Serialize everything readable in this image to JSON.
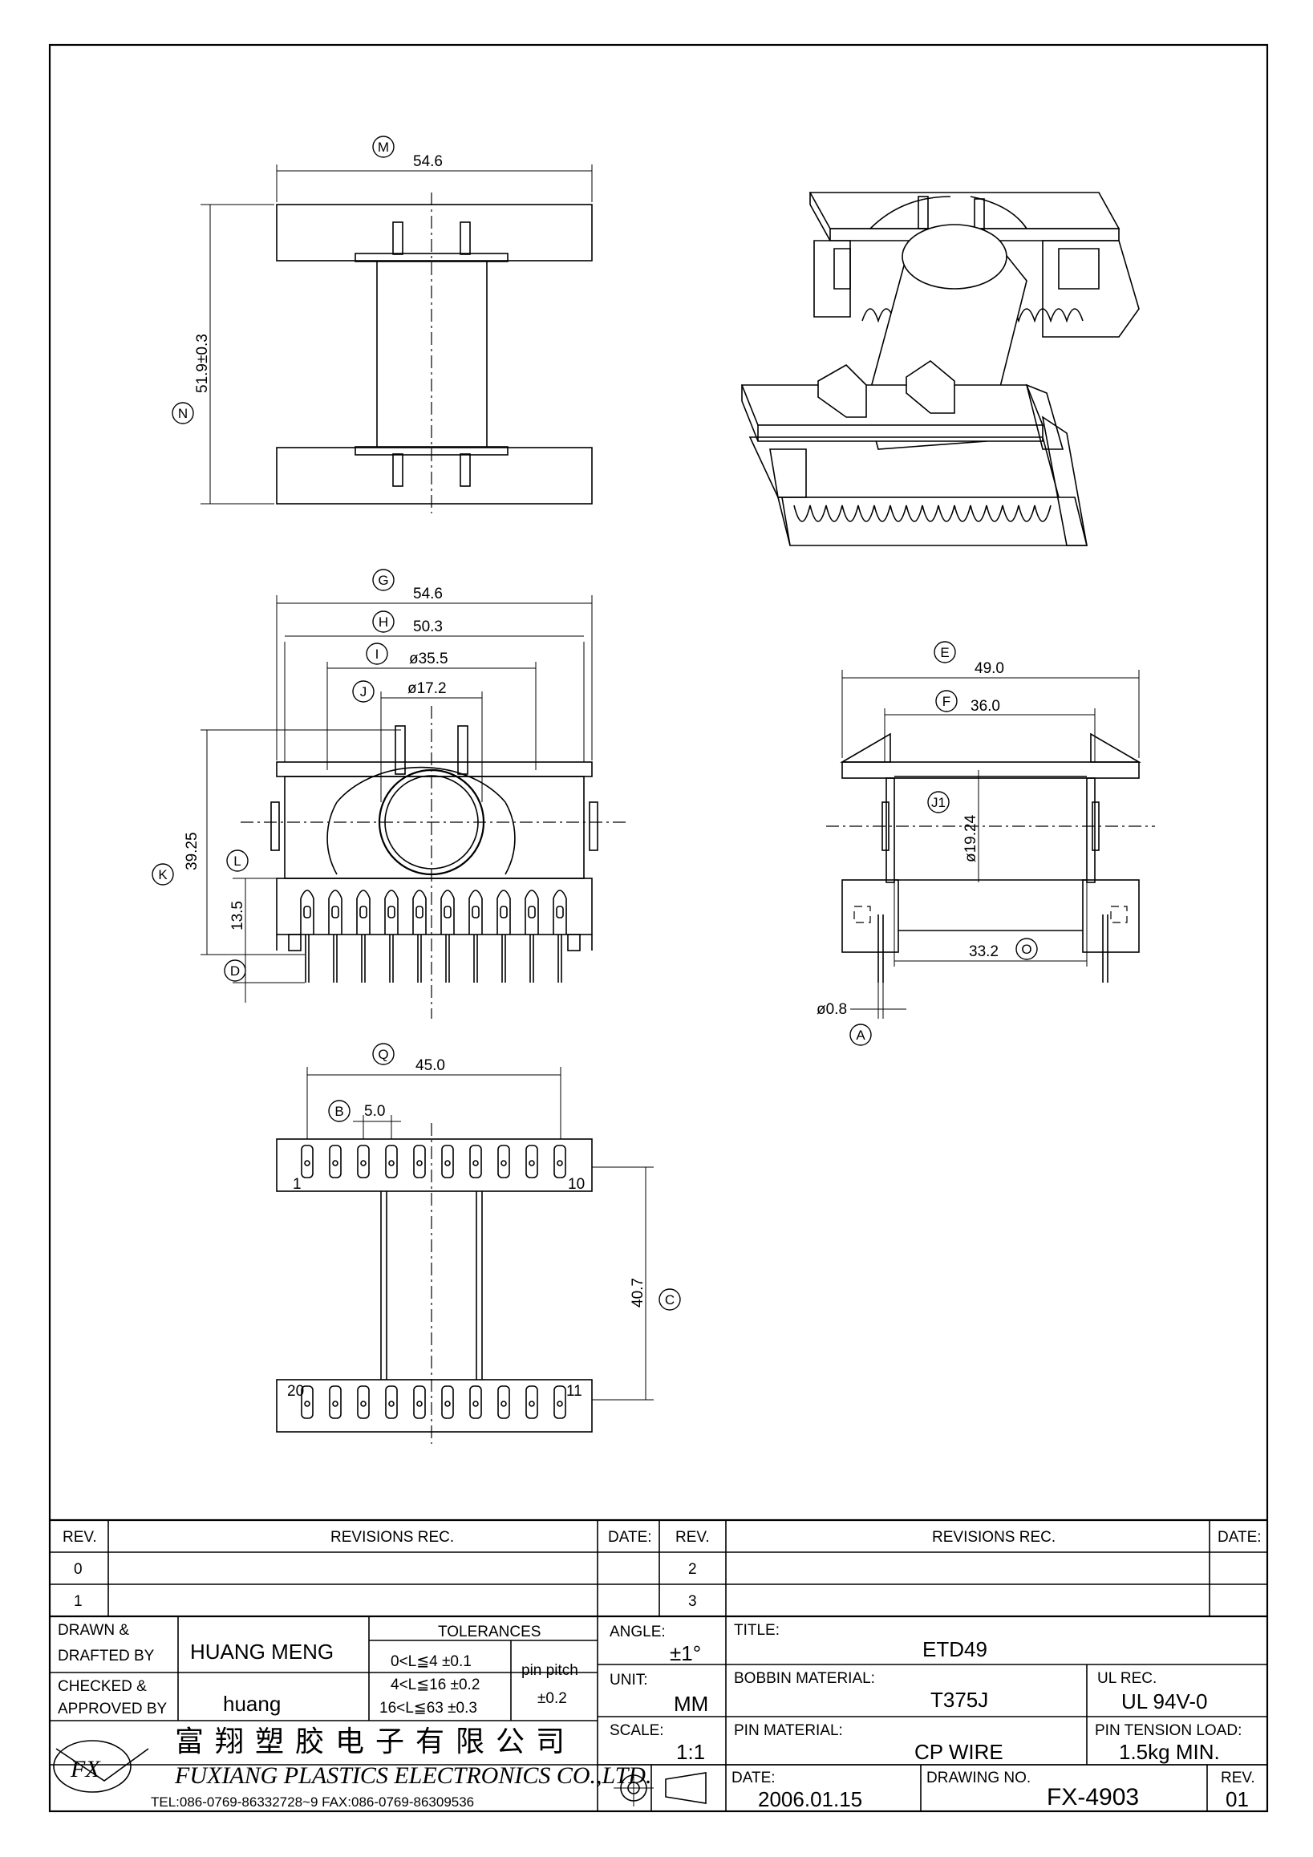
{
  "dimensions": {
    "M": "54.6",
    "N": "51.9±0.3",
    "G": "54.6",
    "H": "50.3",
    "I": "ø35.5",
    "J": "ø17.2",
    "K": "39.25",
    "L": "13.5",
    "D": "",
    "E": "49.0",
    "F": "36.0",
    "J1": "ø19.24",
    "O": "33.2",
    "A": "ø0.8",
    "Q": "45.0",
    "B": "5.0",
    "C": "40.7"
  },
  "callouts": [
    "M",
    "N",
    "G",
    "H",
    "I",
    "J",
    "K",
    "L",
    "D",
    "E",
    "F",
    "J1",
    "O",
    "A",
    "Q",
    "B",
    "C"
  ],
  "pin_labels": [
    "1",
    "10",
    "20",
    "11"
  ],
  "title_block": {
    "rev_header": "REV.",
    "revisions_header": "REVISIONS   REC.",
    "date_header": "DATE:",
    "rev_rows_left": [
      "0",
      "1"
    ],
    "rev_rows_right": [
      "2",
      "3"
    ],
    "drawn_label": "DRAWN &\nDRAFTED BY",
    "drawn_value": "HUANG MENG",
    "checked_label": "CHECKED &\nAPPROVED BY",
    "checked_value": "huang",
    "tolerances_header": "TOLERANCES",
    "tol_rows": [
      "0<L≦4    ±0.1",
      "4<L≦16  ±0.2",
      "16<L≦63  ±0.3"
    ],
    "pin_pitch_label": "pin pitch",
    "pin_pitch_value": "±0.2",
    "angle_label": "ANGLE:",
    "angle_value": "±1°",
    "unit_label": "UNIT:",
    "unit_value": "MM",
    "scale_label": "SCALE:",
    "scale_value": "1:1",
    "title_label": "TITLE:",
    "title_value": "ETD49",
    "bobbin_label": "BOBBIN MATERIAL:",
    "bobbin_value": "T375J",
    "ul_label": "UL REC.",
    "ul_value": "UL 94V-0",
    "pin_material_label": "PIN MATERIAL:",
    "pin_material_value": "CP WIRE",
    "pin_tension_label": "PIN TENSION LOAD:",
    "pin_tension_value": "1.5kg MIN.",
    "date_label": "DATE:",
    "date_value": "2006.01.15",
    "drawing_no_label": "DRAWING NO.",
    "drawing_no_value": "FX-4903",
    "rev_label": "REV.",
    "rev_value": "01",
    "company_cn": "富翔塑胶电子有限公司",
    "company_en": "FUXIANG PLASTICS ELECTRONICS CO.,LTD.",
    "company_tel": "TEL:086-0769-86332728~9  FAX:086-0769-86309536",
    "logo_text": "FX"
  }
}
